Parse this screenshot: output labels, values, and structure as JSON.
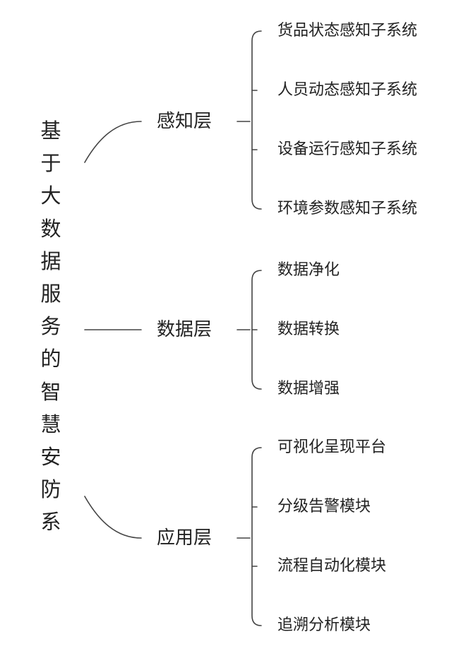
{
  "root": {
    "title": "基于大数据服务的智慧安防系统"
  },
  "layers": [
    {
      "label": "感知层",
      "children": [
        "货品状态感知子系统",
        "人员动态感知子系统",
        "设备运行感知子系统",
        "环境参数感知子系统"
      ]
    },
    {
      "label": "数据层",
      "children": [
        "数据净化",
        "数据转换",
        "数据增强"
      ]
    },
    {
      "label": "应用层",
      "children": [
        "可视化呈现平台",
        "分级告警模块",
        "流程自动化模块",
        "追溯分析模块"
      ]
    }
  ]
}
